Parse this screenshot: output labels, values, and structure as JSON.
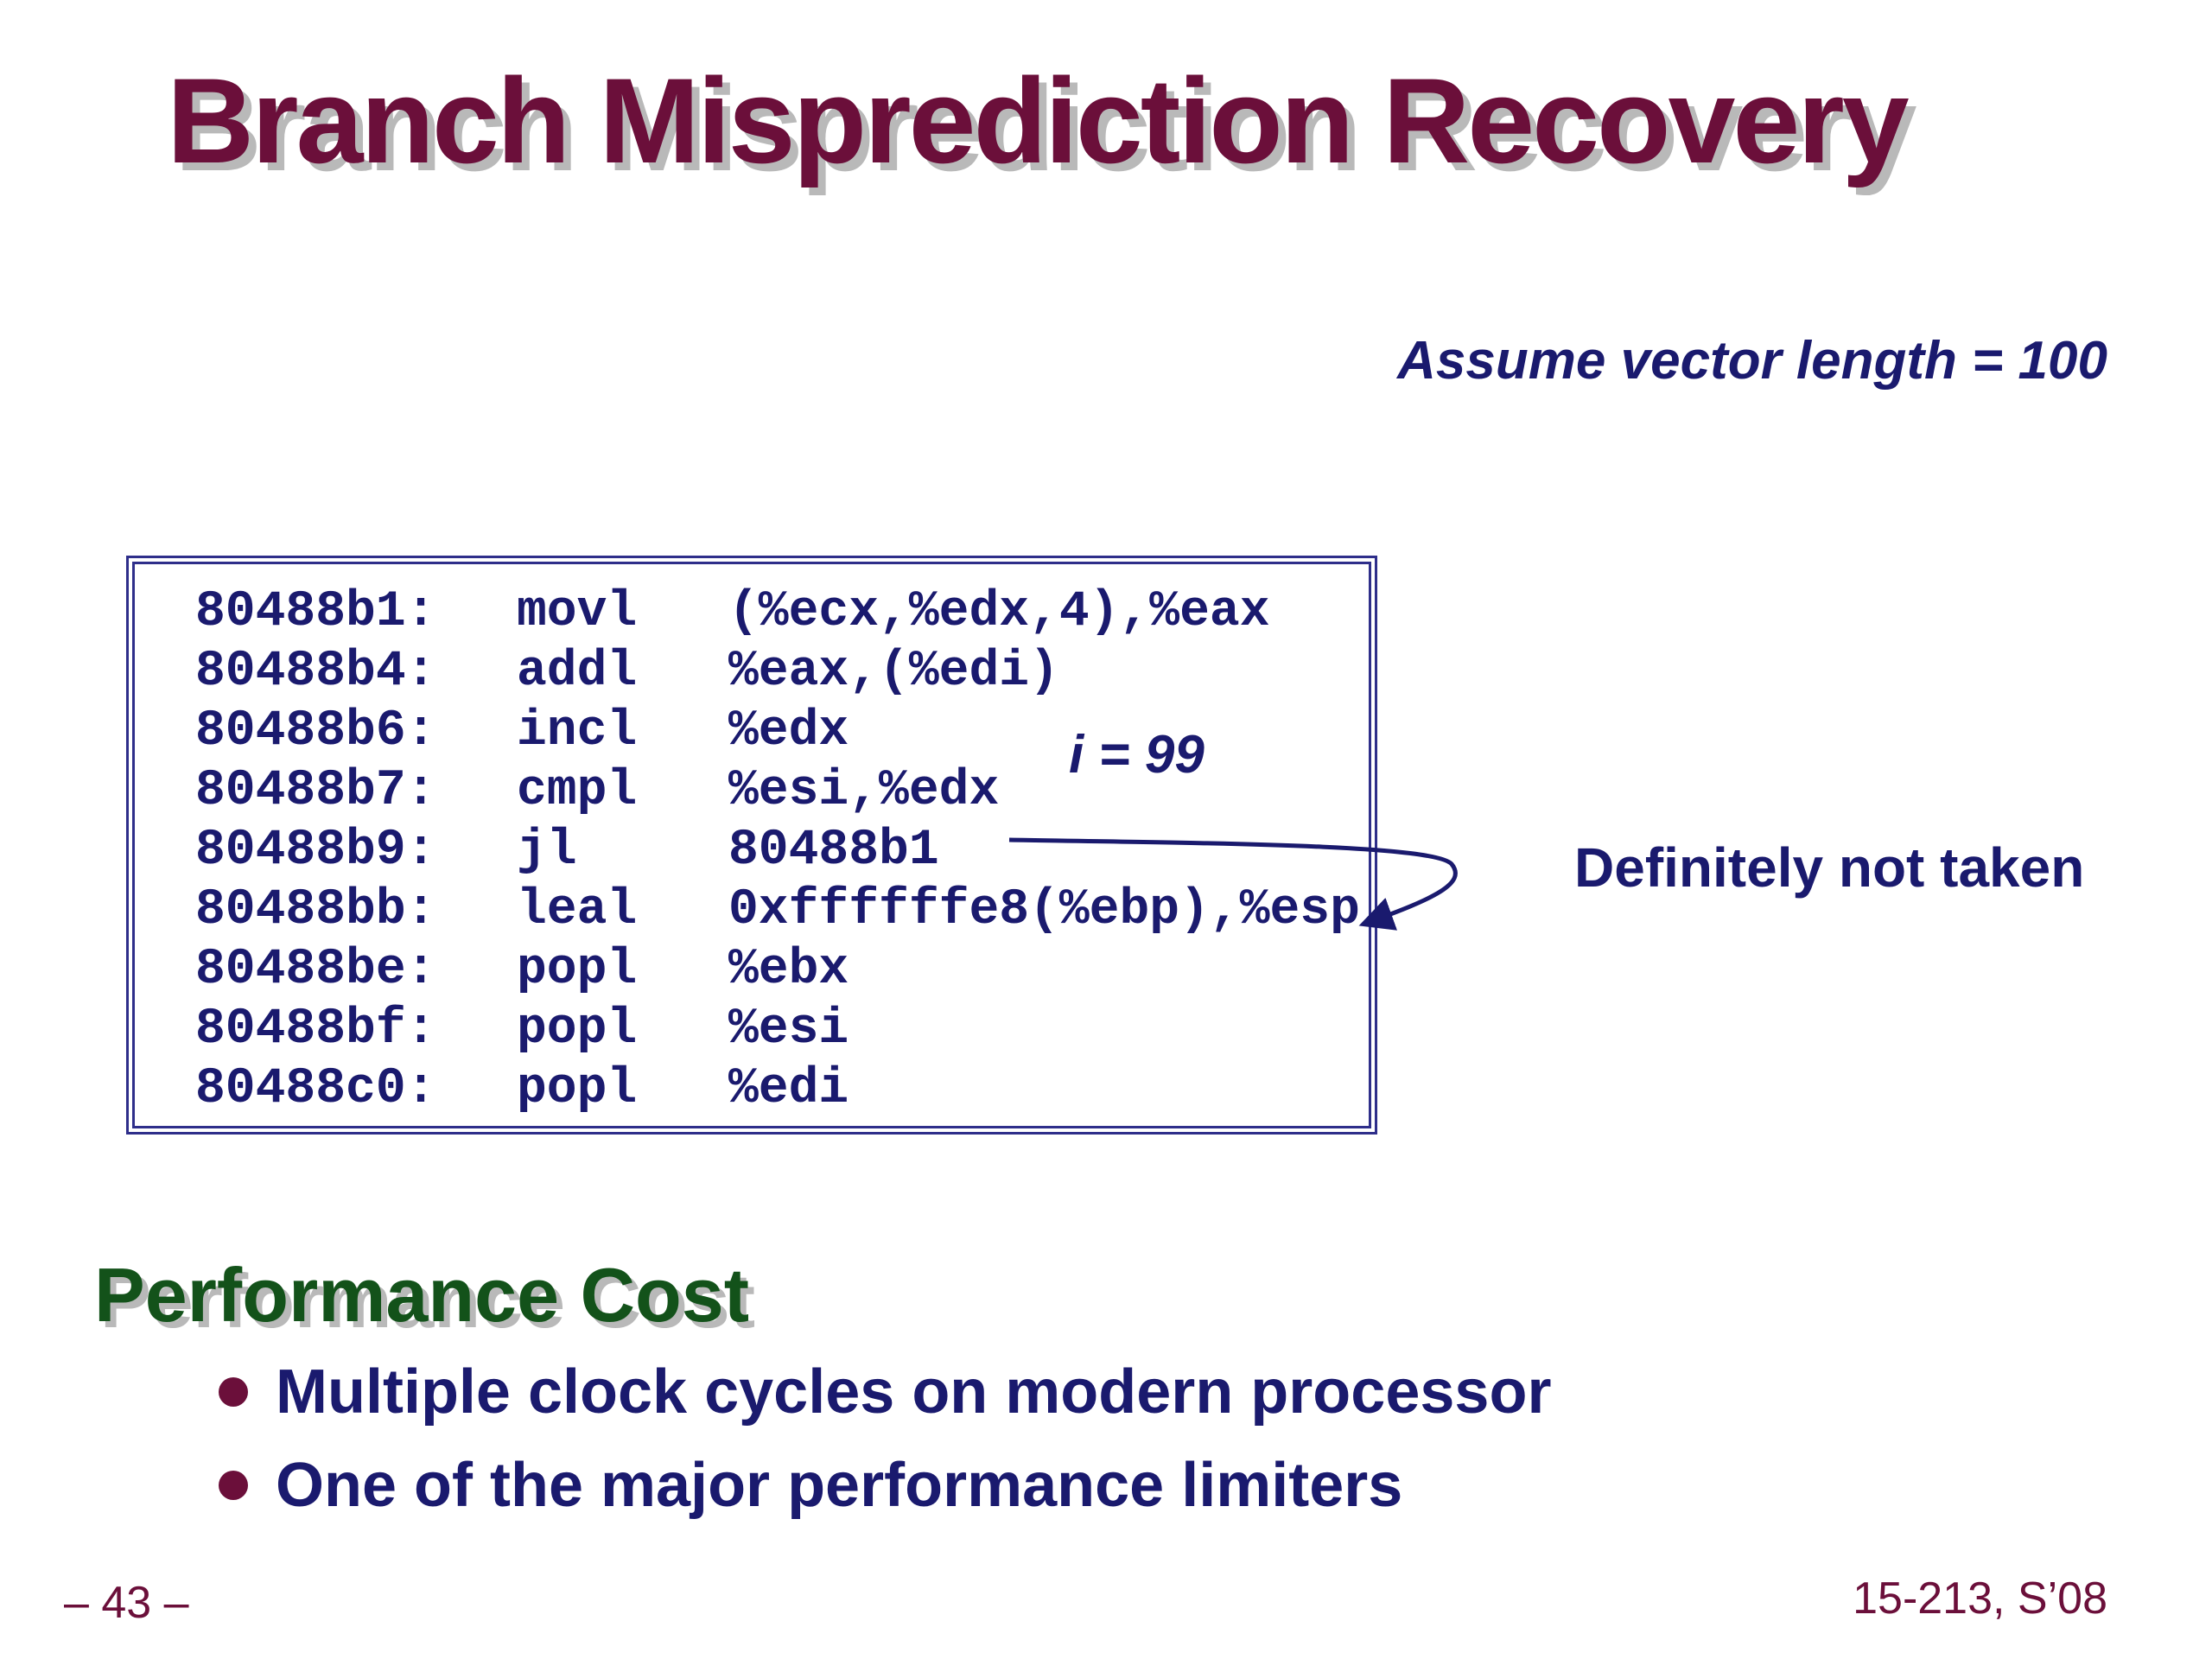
{
  "slide": {
    "title": "Branch Misprediction Recovery",
    "assumption": "Assume vector length = 100",
    "code": [
      {
        "addr": "80488b1:",
        "op": "movl",
        "args": "(%ecx,%edx,4),%eax"
      },
      {
        "addr": "80488b4:",
        "op": "addl",
        "args": "%eax,(%edi)"
      },
      {
        "addr": "80488b6:",
        "op": "incl",
        "args": "%edx"
      },
      {
        "addr": "80488b7:",
        "op": "cmpl",
        "args": "%esi,%edx"
      },
      {
        "addr": "80488b9:",
        "op": "jl",
        "args": "80488b1"
      },
      {
        "addr": "80488bb:",
        "op": "leal",
        "args": "0xffffffe8(%ebp),%esp"
      },
      {
        "addr": "80488be:",
        "op": "popl",
        "args": "%ebx"
      },
      {
        "addr": "80488bf:",
        "op": "popl",
        "args": "%esi"
      },
      {
        "addr": "80488c0:",
        "op": "popl",
        "args": "%edi"
      }
    ],
    "annotation": "i = 99",
    "branch_note": "Definitely not taken",
    "section_heading": "Performance Cost",
    "bullets": [
      "Multiple clock cycles on modern processor",
      "One of the major performance limiters"
    ],
    "footer_left": "– 43 –",
    "footer_right": "15-213, S’08"
  },
  "colors": {
    "title": "#6b0f3a",
    "text": "#1a1a6e",
    "heading_green": "#13521a",
    "shadow": "#b9b9b9"
  },
  "icons": [
    "bullet-dot-icon",
    "branch-arrow-icon"
  ]
}
